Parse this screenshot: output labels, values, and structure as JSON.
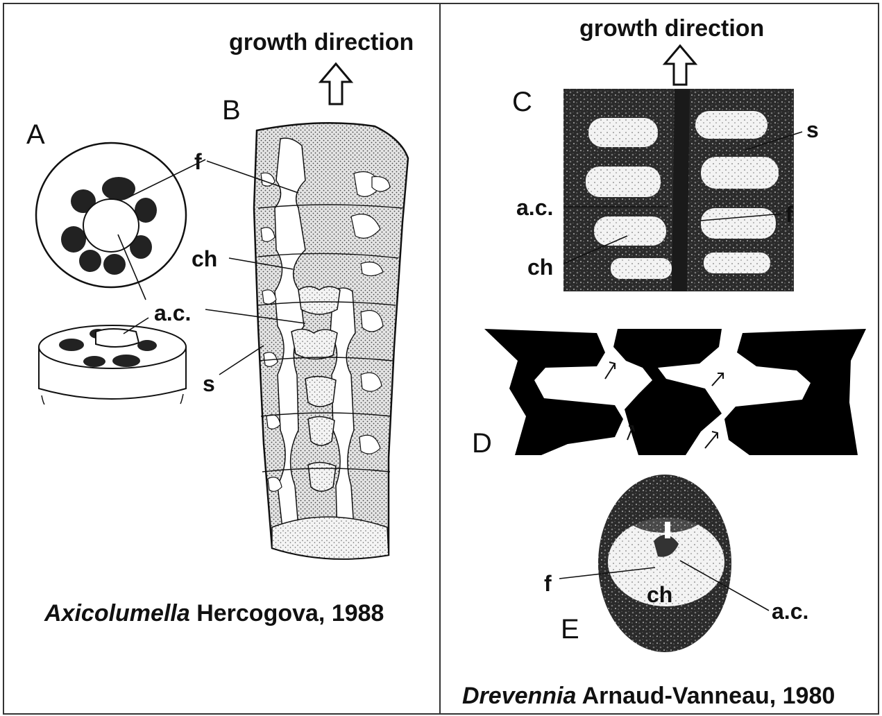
{
  "left_panel": {
    "growth_label": "growth direction",
    "letters": {
      "A": "A",
      "B": "B"
    },
    "labels": {
      "f": "f",
      "ch": "ch",
      "ac": "a.c.",
      "s": "s"
    },
    "caption_italic": "Axicolumella",
    "caption_rest": " Hercogova, 1988"
  },
  "right_panel": {
    "growth_label": "growth direction",
    "letters": {
      "C": "C",
      "D": "D",
      "E": "E"
    },
    "labels_c": {
      "s": "s",
      "ac": "a.c.",
      "f": "f",
      "ch": "ch"
    },
    "labels_e": {
      "f": "f",
      "ch": "ch",
      "ac": "a.c."
    },
    "caption_italic": "Drevennia",
    "caption_rest": " Arnaud-Vanneau, 1980"
  }
}
